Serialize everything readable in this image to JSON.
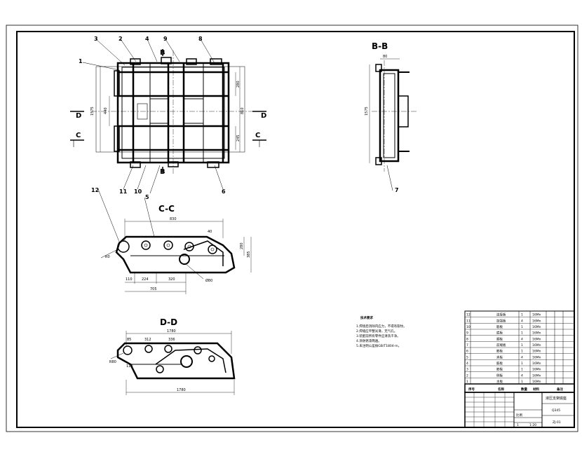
{
  "sections": {
    "bb": "B-B",
    "cc": "C-C",
    "dd": "D-D",
    "d_left": "D",
    "d_right": "D",
    "c_left": "C",
    "c_right": "C",
    "b_top": "B",
    "b_bottom": "B"
  },
  "part_callouts": [
    "1",
    "3",
    "2",
    "4",
    "9",
    "8",
    "11",
    "10",
    "5",
    "6",
    "7",
    "12"
  ],
  "dimensions": {
    "plan_height": "1575",
    "plan_inner": "440",
    "plan_right": "810",
    "plan_right_top": "280",
    "plan_right_bottom": "245",
    "bb_height": "1575",
    "bb_top": "80",
    "cc_top": "830",
    "cc_r": "R0",
    "cc_h1": "280",
    "cc_h2": "385",
    "cc_b1": "110",
    "cc_b2": "224",
    "cc_b3": "320",
    "cc_total": "705",
    "cc_hole": "Ø80",
    "cc_ang": "40",
    "dd_top": "1780",
    "dd_a": "85",
    "dd_b": "312",
    "dd_c": "336",
    "dd_r": "R80",
    "dd_h": "110",
    "dd_total": "1780"
  },
  "notes": {
    "title": "技术要求",
    "lines": [
      "1.焊接后消除内应力，不得有裂纹。",
      "2.焊缝应平整光滑，无气孔。",
      "3.装配前所有零件应清洗干净。",
      "4.涂防锈漆两遍。",
      "5.未注明公差按GB/T1804-m。"
    ]
  },
  "bom": {
    "rows": [
      {
        "no": "12",
        "name": "连接板",
        "qty": "1",
        "mat": "16Mn"
      },
      {
        "no": "11",
        "name": "加强板",
        "qty": "4",
        "mat": "16Mn"
      },
      {
        "no": "10",
        "name": "筋板",
        "qty": "1",
        "mat": "16Mn"
      },
      {
        "no": "9",
        "name": "底板",
        "qty": "1",
        "mat": "16Mn"
      },
      {
        "no": "8",
        "name": "顺板",
        "qty": "4",
        "mat": "16Mn"
      },
      {
        "no": "7",
        "name": "前端板",
        "qty": "1",
        "mat": "16Mn"
      },
      {
        "no": "6",
        "name": "筋板",
        "qty": "1",
        "mat": "16Mn"
      },
      {
        "no": "5",
        "name": "夹板",
        "qty": "4",
        "mat": "16Mn"
      },
      {
        "no": "4",
        "name": "筋板",
        "qty": "1",
        "mat": "16Mn"
      },
      {
        "no": "3",
        "name": "筋板",
        "qty": "1",
        "mat": "16Mn"
      },
      {
        "no": "2",
        "name": "侧板",
        "qty": "4",
        "mat": "16Mn"
      },
      {
        "no": "1",
        "name": "主板",
        "qty": "1",
        "mat": "16Mn"
      }
    ],
    "header": [
      "序号",
      "名称",
      "数量",
      "材料"
    ],
    "header_right": "备注"
  },
  "title_block": {
    "drawing_name": "液压支架底座",
    "material": "Q345",
    "drawing_no": "ZJ-01",
    "scale_label": "比例",
    "scale": "1:20",
    "sheet": "1"
  }
}
